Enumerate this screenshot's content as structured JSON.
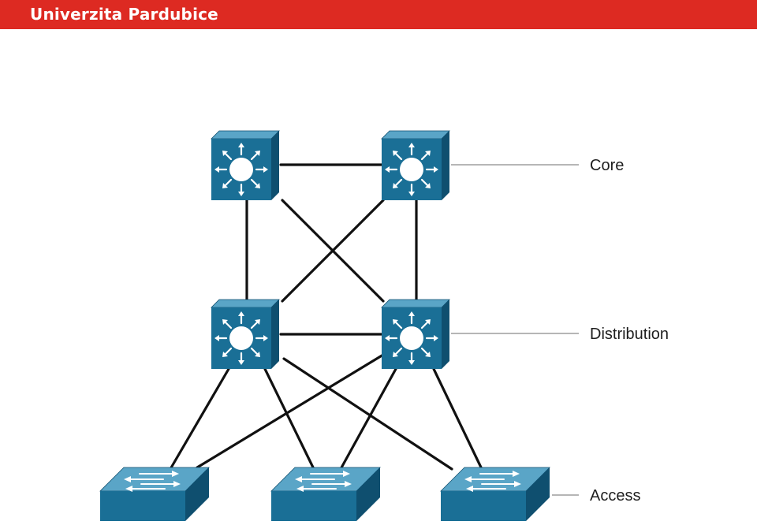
{
  "header": {
    "title": "Univerzita Pardubice"
  },
  "diagram": {
    "layers": [
      {
        "id": "core",
        "label": "Core"
      },
      {
        "id": "distribution",
        "label": "Distribution"
      },
      {
        "id": "access",
        "label": "Access"
      }
    ],
    "nodes": [
      {
        "id": "core-1",
        "type": "multilayer-switch",
        "layer": "core"
      },
      {
        "id": "core-2",
        "type": "multilayer-switch",
        "layer": "core"
      },
      {
        "id": "dist-1",
        "type": "multilayer-switch",
        "layer": "distribution"
      },
      {
        "id": "dist-2",
        "type": "multilayer-switch",
        "layer": "distribution"
      },
      {
        "id": "access-1",
        "type": "workgroup-switch",
        "layer": "access"
      },
      {
        "id": "access-2",
        "type": "workgroup-switch",
        "layer": "access"
      },
      {
        "id": "access-3",
        "type": "workgroup-switch",
        "layer": "access"
      }
    ],
    "links": [
      [
        "core-1",
        "core-2"
      ],
      [
        "core-1",
        "dist-1"
      ],
      [
        "core-1",
        "dist-2"
      ],
      [
        "core-2",
        "dist-1"
      ],
      [
        "core-2",
        "dist-2"
      ],
      [
        "dist-1",
        "dist-2"
      ],
      [
        "dist-1",
        "access-1"
      ],
      [
        "dist-1",
        "access-2"
      ],
      [
        "dist-1",
        "access-3"
      ],
      [
        "dist-2",
        "access-1"
      ],
      [
        "dist-2",
        "access-2"
      ],
      [
        "dist-2",
        "access-3"
      ]
    ],
    "colors": {
      "device_front": "#1a6f96",
      "device_top": "#5aa5c7",
      "device_side": "#0f4f6f",
      "link": "#111111",
      "leader": "#8a8a8a",
      "header": "#dd2a22"
    }
  }
}
